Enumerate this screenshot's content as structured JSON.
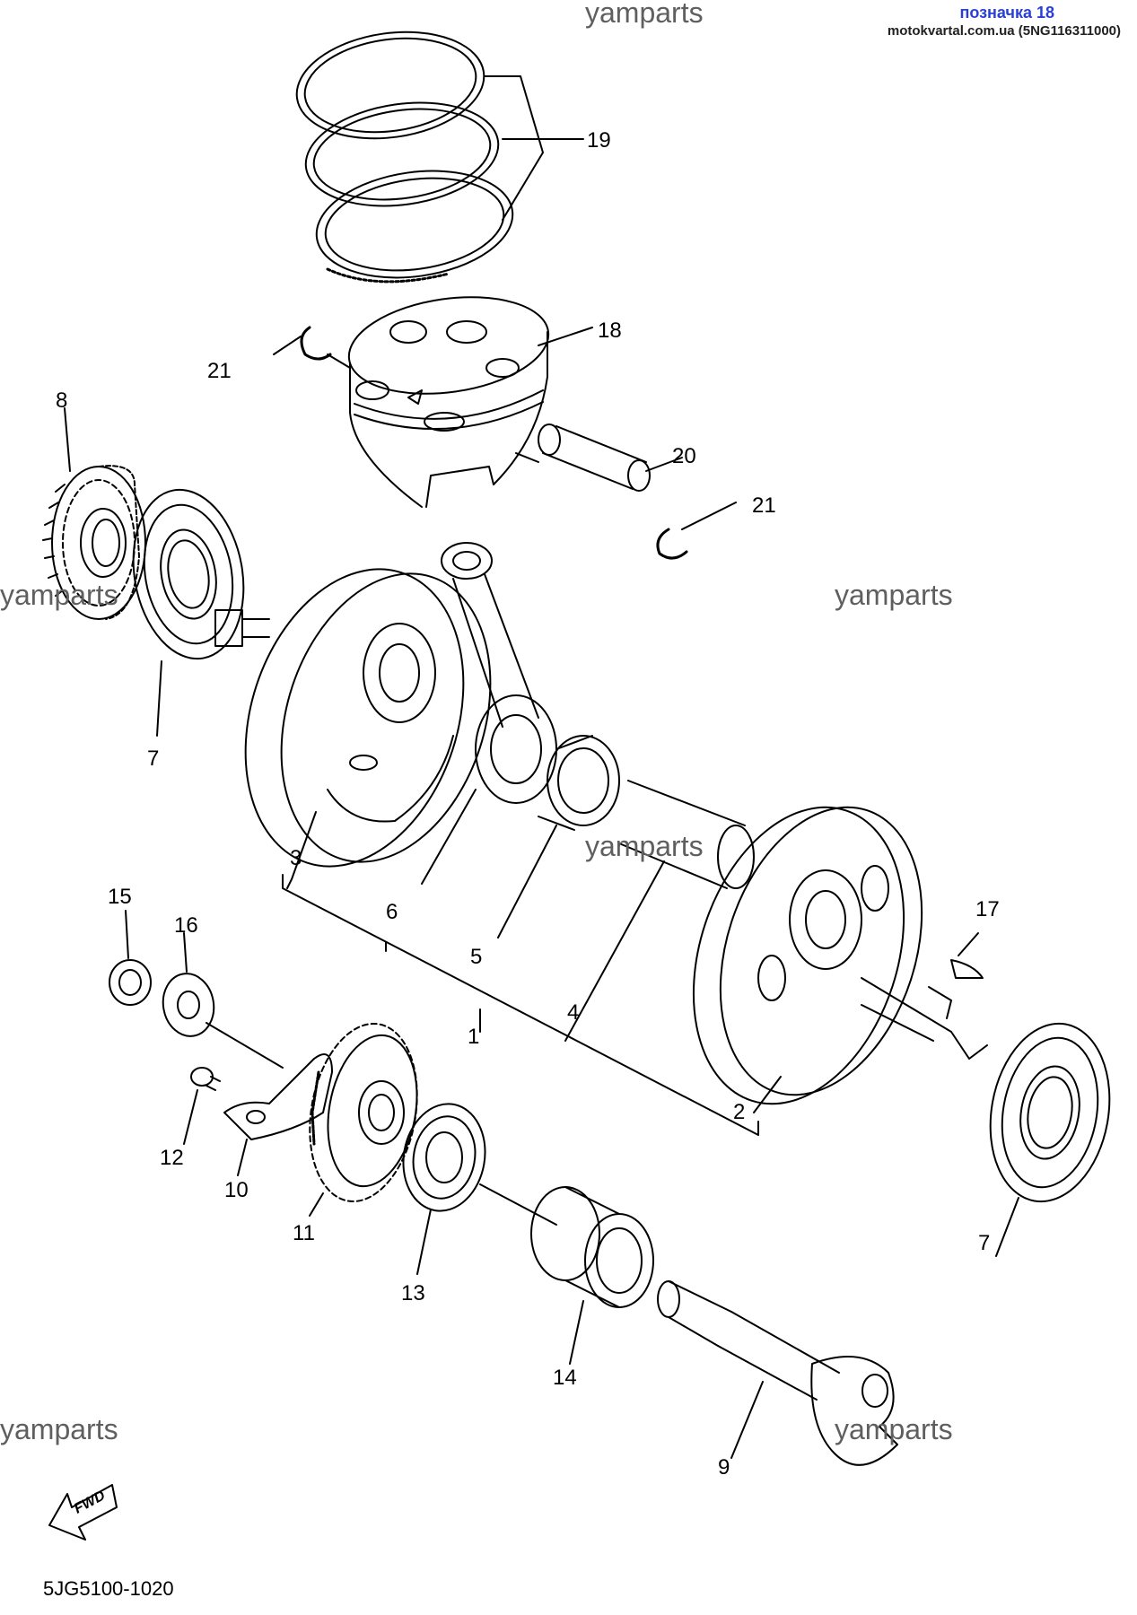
{
  "header": {
    "watermark": "yamparts",
    "label": "позначка 18",
    "source": "motokvartal.com.ua (5NG116311000)"
  },
  "watermarks": [
    "yamparts",
    "yamparts",
    "yamparts",
    "yamparts",
    "yamparts"
  ],
  "callouts": {
    "c1": "1",
    "c2": "2",
    "c3": "3",
    "c4": "4",
    "c5": "5",
    "c6": "6",
    "c7a": "7",
    "c7b": "7",
    "c8": "8",
    "c9": "9",
    "c10": "10",
    "c11": "11",
    "c12": "12",
    "c13": "13",
    "c14": "14",
    "c15": "15",
    "c16": "16",
    "c17": "17",
    "c18": "18",
    "c19": "19",
    "c20": "20",
    "c21a": "21",
    "c21b": "21"
  },
  "footer": {
    "fwd": "FWD",
    "code": "5JG5100-1020"
  },
  "colors": {
    "line": "#000000",
    "watermark": "#5f5f5f",
    "badge_label": "#2a3fd6",
    "badge_source": "#222222"
  }
}
